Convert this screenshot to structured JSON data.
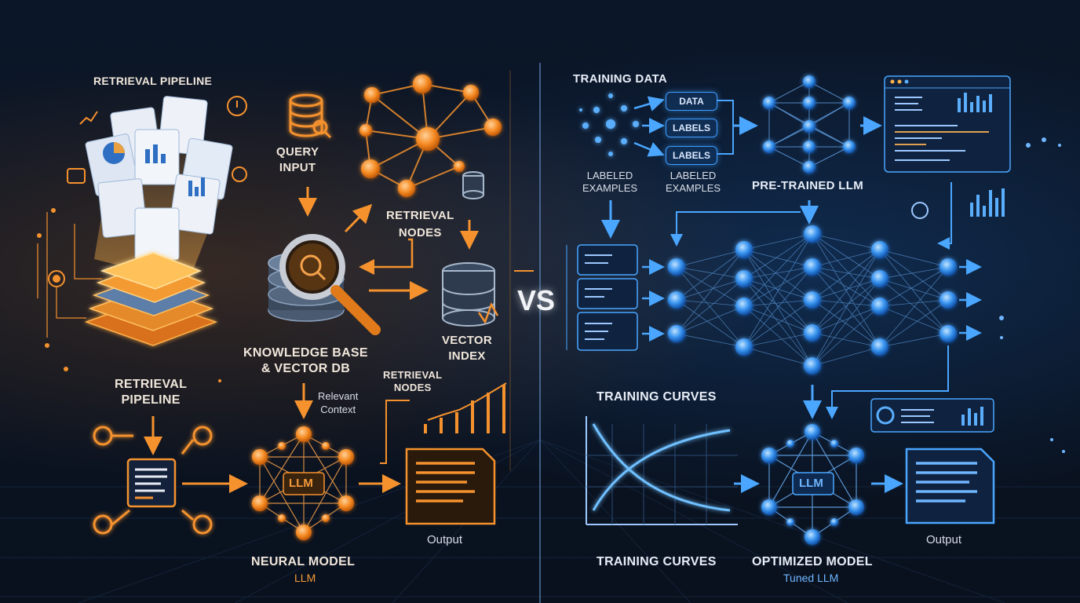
{
  "left": {
    "heading_top": "RETRIEVAL PIPELINE",
    "query_input": "QUERY\nINPUT",
    "retrieval_nodes_top": "RETRIEVAL\nNODES",
    "knowledge_base": "KNOWLEDGE BASE\n& VECTOR DB",
    "vector_index": "VECTOR\nINDEX",
    "retrieval_pipeline_bottom": "RETRIEVAL\nPIPELINE",
    "relevant_context": "Relevant\nContext",
    "retrieval_nodes_mid": "RETRIEVAL\nNODES",
    "llm_label": "LLM",
    "output": "Output",
    "neural_model": "NEURAL MODEL",
    "neural_model_sub": "LLM"
  },
  "divider": {
    "label": "VS"
  },
  "right": {
    "training_data": "TRAINING DATA",
    "chip_data": "DATA",
    "chip_labels_1": "LABELS",
    "chip_labels_2": "LABELS",
    "labeled_examples_1": "LABELED\nEXAMPLES",
    "labeled_examples_2": "LABELED\nEXAMPLES",
    "pretrained_llm": "PRE-TRAINED LLM",
    "training_curves_top": "TRAINING CURVES",
    "training_curves_bottom": "TRAINING CURVES",
    "optimized_model": "OPTIMIZED MODEL",
    "optimized_model_sub": "Tuned LLM",
    "llm_label": "LLM",
    "output": "Output"
  },
  "colors": {
    "orange": "#f5922e",
    "blue": "#3f9cff",
    "background": "#0a1424"
  }
}
